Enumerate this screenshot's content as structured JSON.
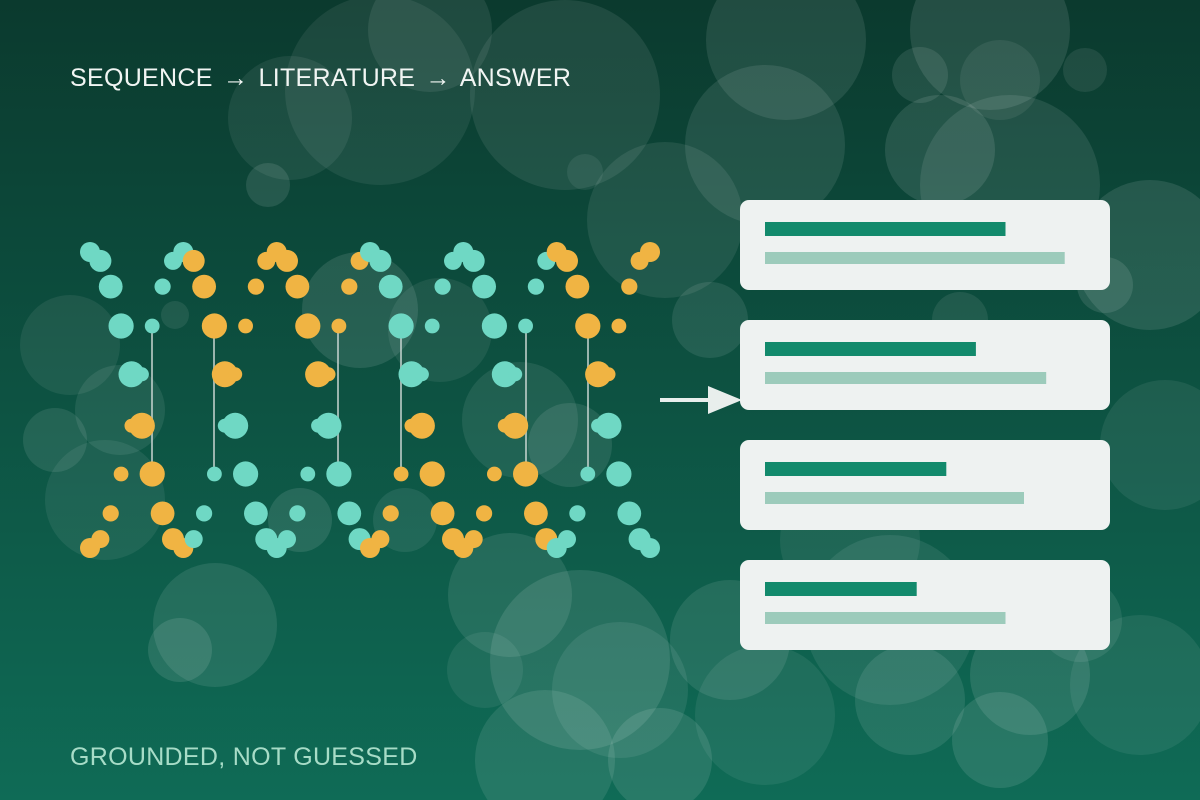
{
  "headline": {
    "parts": [
      "SEQUENCE",
      "LITERATURE",
      "ANSWER"
    ],
    "separators": [
      "→",
      "→"
    ]
  },
  "tagline": "GROUNDED, NOT GUESSED",
  "colors": {
    "background_top": "#0b3a2e",
    "background_bottom": "#0f6b56",
    "strand_teal": "#6fd8c4",
    "strand_amber": "#f0b443",
    "rung": "#c9d6d1",
    "card": "#eef2f1",
    "card_title_bar": "#128a6c",
    "card_text_bar": "#9ccbbb",
    "arrow": "#e8eeec"
  },
  "icons": [
    "dna-helix-icon",
    "arrow-right-icon",
    "document-card-icon"
  ],
  "results": [
    {
      "title_fill": 0.65,
      "text_fill": 0.81
    },
    {
      "title_fill": 0.57,
      "text_fill": 0.76
    },
    {
      "title_fill": 0.49,
      "text_fill": 0.7
    },
    {
      "title_fill": 0.41,
      "text_fill": 0.65
    }
  ]
}
